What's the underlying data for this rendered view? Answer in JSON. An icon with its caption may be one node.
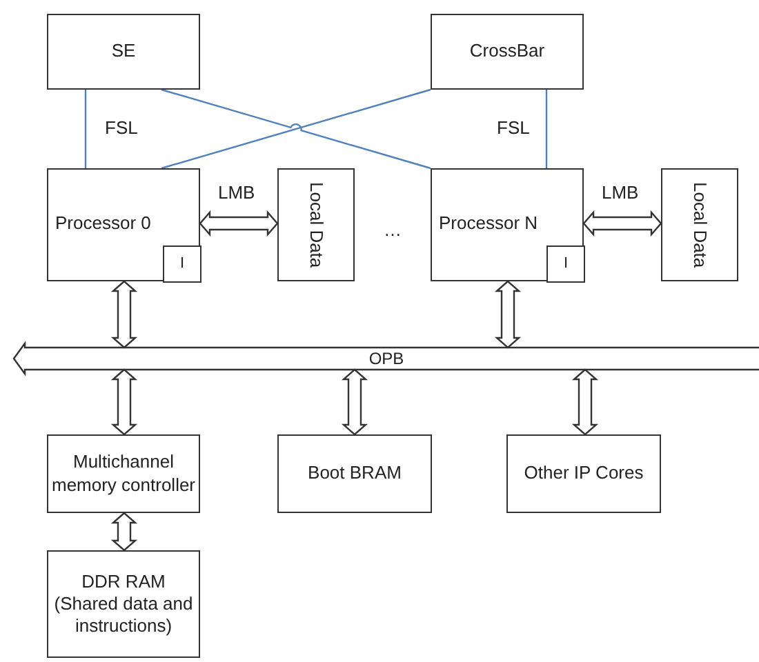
{
  "diagram": {
    "nodes": [
      {
        "text": [
          "SE"
        ]
      },
      {
        "text": [
          "CrossBar"
        ]
      },
      {
        "text": [
          "Processor 0"
        ]
      },
      {
        "text": [
          "I"
        ],
        "in": 2
      },
      {
        "text": [
          "Local Data"
        ]
      },
      {
        "text": [
          "Processor N"
        ]
      },
      {
        "text": [
          "I"
        ],
        "in": 5
      },
      {
        "text": [
          "Local Data"
        ]
      },
      {
        "text": [
          "OPB"
        ]
      },
      {
        "text": [
          "Multichannel memory controller"
        ]
      },
      {
        "text": [
          "Boot BRAM"
        ]
      },
      {
        "text": [
          "Other IP Cores"
        ]
      },
      {
        "text": [
          "DDR RAM (Shared data and instructions)"
        ]
      }
    ],
    "edges": [
      {
        "from": 0,
        "to": 2,
        "arrow": "none",
        "label": "FSL",
        "color": "#4f81bd"
      },
      {
        "from": 0,
        "to": 5,
        "arrow": "none",
        "color": "#4f81bd"
      },
      {
        "from": 1,
        "to": 2,
        "arrow": "none",
        "color": "#4f81bd"
      },
      {
        "from": 1,
        "to": 5,
        "arrow": "none",
        "label": "FSL",
        "color": "#4f81bd"
      },
      {
        "from": 2,
        "to": 4,
        "arrow": "both",
        "label": "LMB",
        "style": "thick"
      },
      {
        "from": 5,
        "to": 7,
        "arrow": "both",
        "label": "LMB",
        "style": "thick"
      },
      {
        "from": 2,
        "to": 8,
        "arrow": "both",
        "style": "thick"
      },
      {
        "from": 5,
        "to": 8,
        "arrow": "both",
        "style": "thick"
      },
      {
        "from": 8,
        "to": 9,
        "arrow": "both",
        "style": "thick"
      },
      {
        "from": 8,
        "to": 10,
        "arrow": "both",
        "style": "thick"
      },
      {
        "from": 8,
        "to": 11,
        "arrow": "both",
        "style": "thick"
      },
      {
        "from": 9,
        "to": 12,
        "arrow": "both",
        "style": "thick"
      }
    ],
    "labels": [
      "…"
    ]
  }
}
